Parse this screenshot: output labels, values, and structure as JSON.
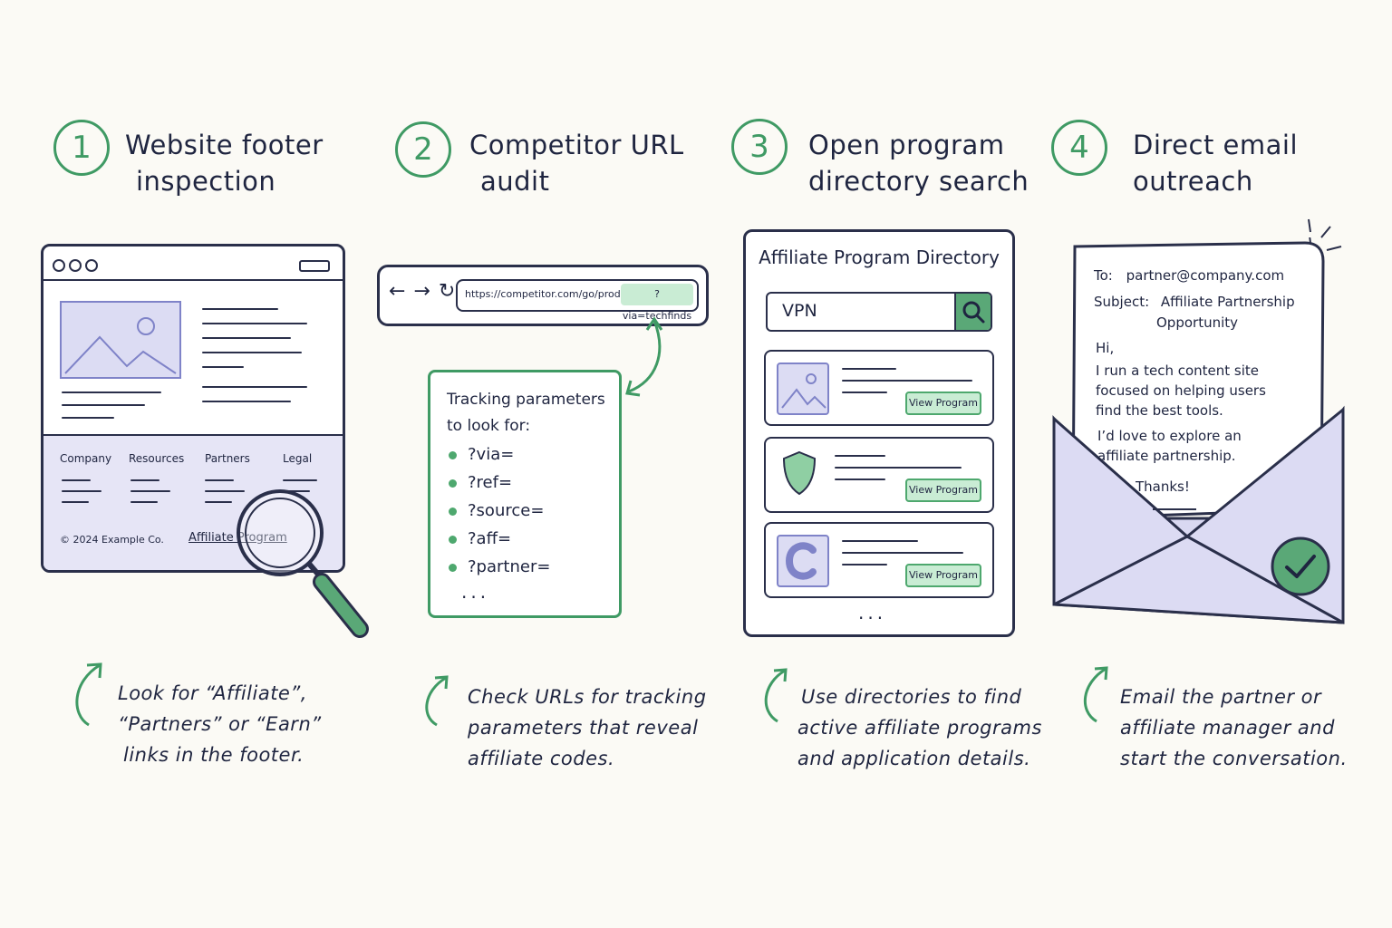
{
  "steps": [
    {
      "number": "1",
      "title_line1": "Website footer",
      "title_line2": "inspection",
      "caption_line1": "Look for “Affiliate”,",
      "caption_line2": "“Partners” or “Earn”",
      "caption_line3": "links in the footer."
    },
    {
      "number": "2",
      "title_line1": "Competitor URL",
      "title_line2": "audit",
      "caption_line1": "Check URLs for tracking",
      "caption_line2": "parameters that reveal",
      "caption_line3": "affiliate codes."
    },
    {
      "number": "3",
      "title_line1": "Open program",
      "title_line2": "directory search",
      "caption_line1": "Use directories to find",
      "caption_line2": "active affiliate programs",
      "caption_line3": "and application details."
    },
    {
      "number": "4",
      "title_line1": "Direct email",
      "title_line2": "outreach",
      "caption_line1": "Email the partner or",
      "caption_line2": "affiliate manager and",
      "caption_line3": "start the conversation."
    }
  ],
  "footer_mock": {
    "columns": [
      "Company",
      "Resources",
      "Partners",
      "Legal"
    ],
    "copyright": "© 2024 Example Co.",
    "affiliate_link": "Affiliate Program"
  },
  "url_audit": {
    "nav_icons": "← → ↻",
    "url": "https://competitor.com/go/product",
    "param": "?via=techfinds",
    "box_title_line1": "Tracking parameters",
    "box_title_line2": "to look for:",
    "params": [
      "?via=",
      "?ref=",
      "?source=",
      "?aff=",
      "?partner="
    ],
    "more": "..."
  },
  "directory": {
    "title": "Affiliate Program Directory",
    "search_value": "VPN",
    "view_button": "View Program",
    "more": "..."
  },
  "email": {
    "to_label": "To:",
    "to_value": "partner@company.com",
    "subject_label": "Subject:",
    "subject_line1": "Affiliate Partnership",
    "subject_line2": "Opportunity",
    "greeting": "Hi,",
    "body1_line1": "I run a tech content site",
    "body1_line2": "focused on helping users",
    "body1_line3": "find the best tools.",
    "body2_line1": "I’d love to explore an",
    "body2_line2": "affiliate partnership.",
    "signoff": "Thanks!"
  },
  "colors": {
    "accent_green": "#3f9a64",
    "ink": "#1f2540",
    "lavender": "#e6e5f6"
  }
}
